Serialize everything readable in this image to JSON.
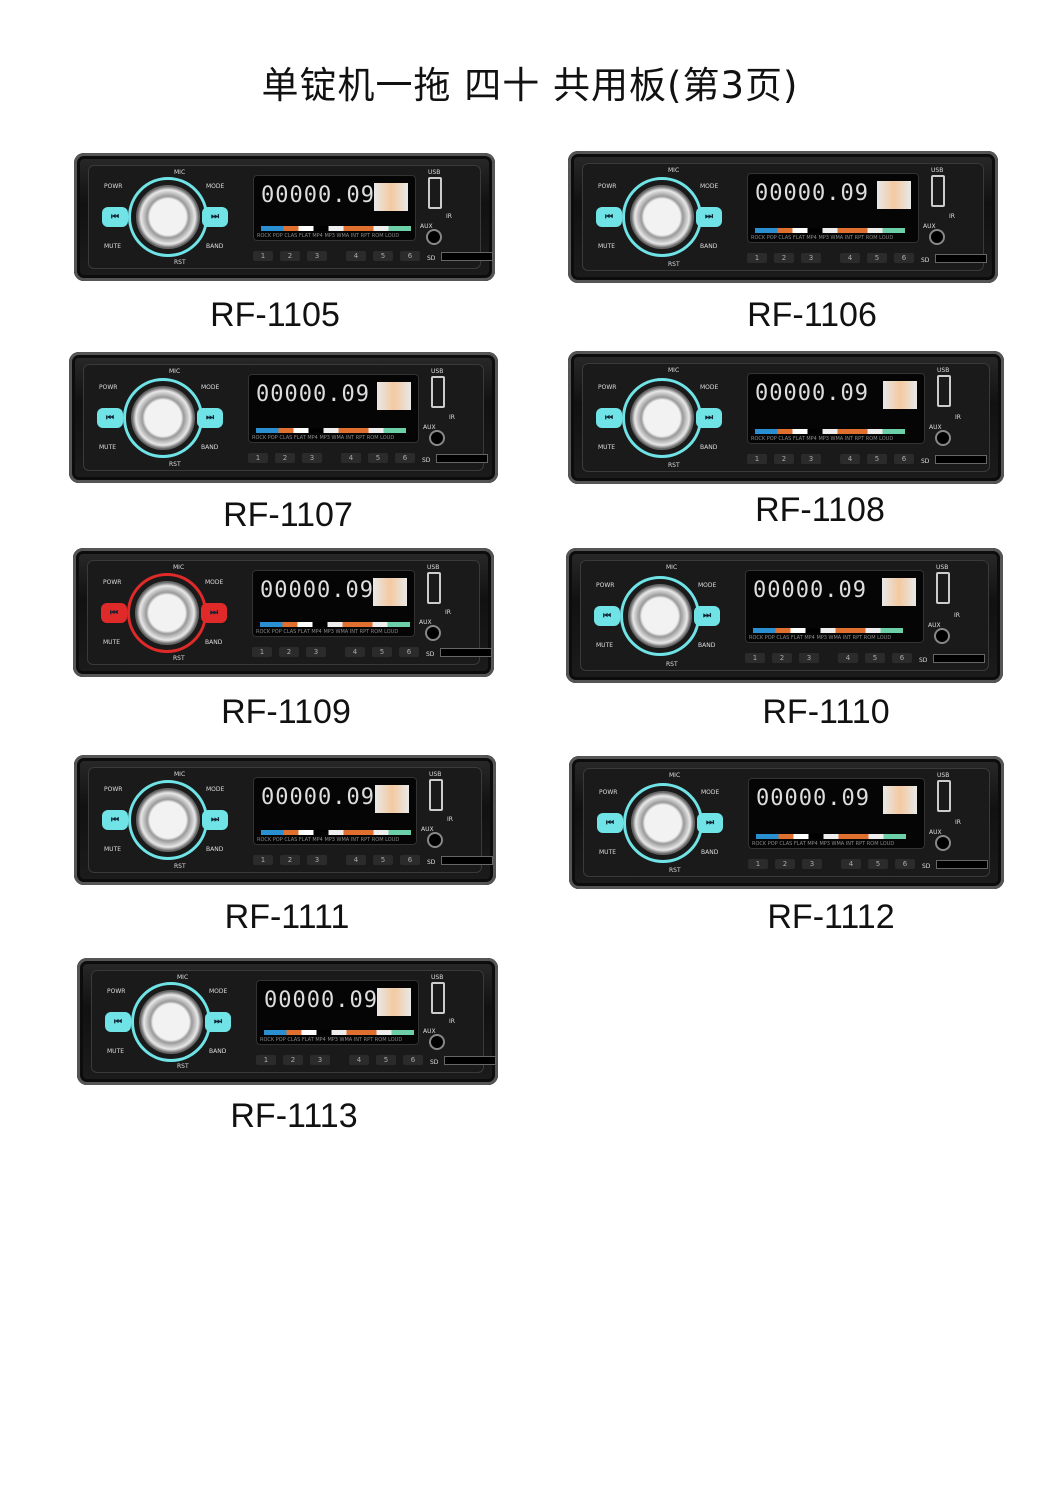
{
  "title": "单锭机一拖 四十 共用板(第3页)",
  "panel_labels": {
    "power": "POWR",
    "mode": "MODE",
    "mute": "MUTE",
    "band": "BAND",
    "mic": "MIC",
    "rst": "RST",
    "usb": "USB",
    "ir": "IR",
    "aux": "AUX",
    "sd": "SD",
    "display_digits": "00000.09",
    "display_modes": "ROCK POP CLAS FLAT MP4 MP3 WMA INT RPT ROM LOUD",
    "presets": [
      "1",
      "2",
      "3",
      "4",
      "5",
      "6"
    ],
    "prev": "⏮",
    "next": "⏭"
  },
  "products": [
    {
      "model": "RF-1105",
      "accent": "#6fe3e6"
    },
    {
      "model": "RF-1106",
      "accent": "#6fe3e6"
    },
    {
      "model": "RF-1107",
      "accent": "#6fe3e6"
    },
    {
      "model": "RF-1108",
      "accent": "#6fe3e6"
    },
    {
      "model": "RF-1109",
      "accent": "#e02a2a"
    },
    {
      "model": "RF-1110",
      "accent": "#6fe3e6"
    },
    {
      "model": "RF-1111",
      "accent": "#6fe3e6"
    },
    {
      "model": "RF-1112",
      "accent": "#6fe3e6"
    },
    {
      "model": "RF-1113",
      "accent": "#6fe3e6"
    }
  ]
}
